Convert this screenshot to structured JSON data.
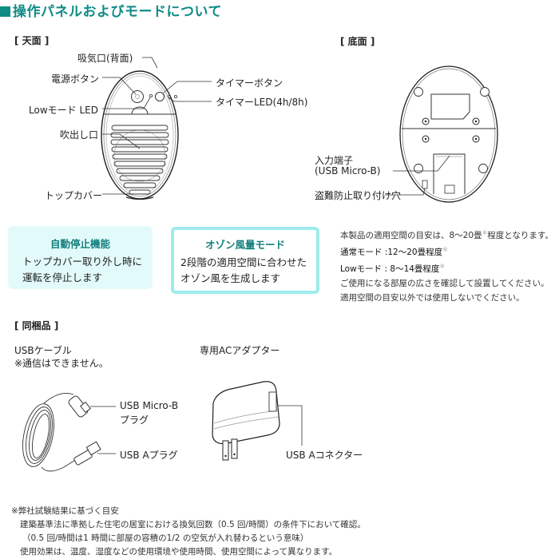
{
  "title": "操作パネルおよびモードについて",
  "top_view": {
    "heading": "[ 天面 ]",
    "labels": {
      "intake": "吸気口(背面)",
      "power_button": "電源ボタン",
      "timer_button": "タイマーボタン",
      "timer_led": "タイマーLED(4h/8h)",
      "low_mode_led": "Lowモード LED",
      "outlet": "吹出し口",
      "top_cover": "トップカバー"
    }
  },
  "bottom_view": {
    "heading": "[ 底面 ]",
    "labels": {
      "input_terminal_line1": "入力端子",
      "input_terminal_line2": "(USB Micro-B)",
      "anti_theft_hole": "盗難防止取り付け穴"
    }
  },
  "features": [
    {
      "heading": "自動停止機能",
      "lines": [
        "トップカバー取り外し時に",
        "運転を停止します"
      ]
    },
    {
      "heading": "オゾン風量モード",
      "lines": [
        "2段階の適用空間に合わせた",
        "オゾン風を生成します"
      ]
    }
  ],
  "coverage_note": {
    "line1_prefix": "本製品の適用空間の目安は、8〜20畳",
    "line1_suffix": "程度となります。",
    "normal_mode": "通常モード :12〜20畳程度",
    "low_mode": "Lowモード :  8〜14畳程度",
    "line4": "ご使用になる部屋の広さを確認して設置してください。",
    "line5": "適用空間の目安以外では使用しないでください。",
    "asterisk": "※"
  },
  "included": {
    "heading": "[ 同梱品 ]",
    "usb_cable": {
      "name": "USBケーブル",
      "note": "※通信はできません。",
      "micro_b_label_line1": "USB Micro-B",
      "micro_b_label_line2": "プラグ",
      "a_plug_label": "USB Aプラグ"
    },
    "ac_adapter": {
      "name": "専用ACアダプター",
      "connector_label": "USB Aコネクター"
    }
  },
  "footnote": {
    "line1": "※弊社試験結果に基づく目安",
    "line2": "建築基準法に準拠した住宅の居室における換気回数（0.5 回/時間）の条件下において確認。",
    "line3": "（0.5 回/時間は1 時間に部屋の容積の1/2 の空気が入れ替わるという意味）",
    "line4": "使用効果は、温度、湿度などの使用環境や使用時間、使用空間によって異なります。"
  },
  "colors": {
    "accent": "#0f8b86",
    "box_fill": "#e3fafb",
    "box_border": "#9eebec"
  }
}
